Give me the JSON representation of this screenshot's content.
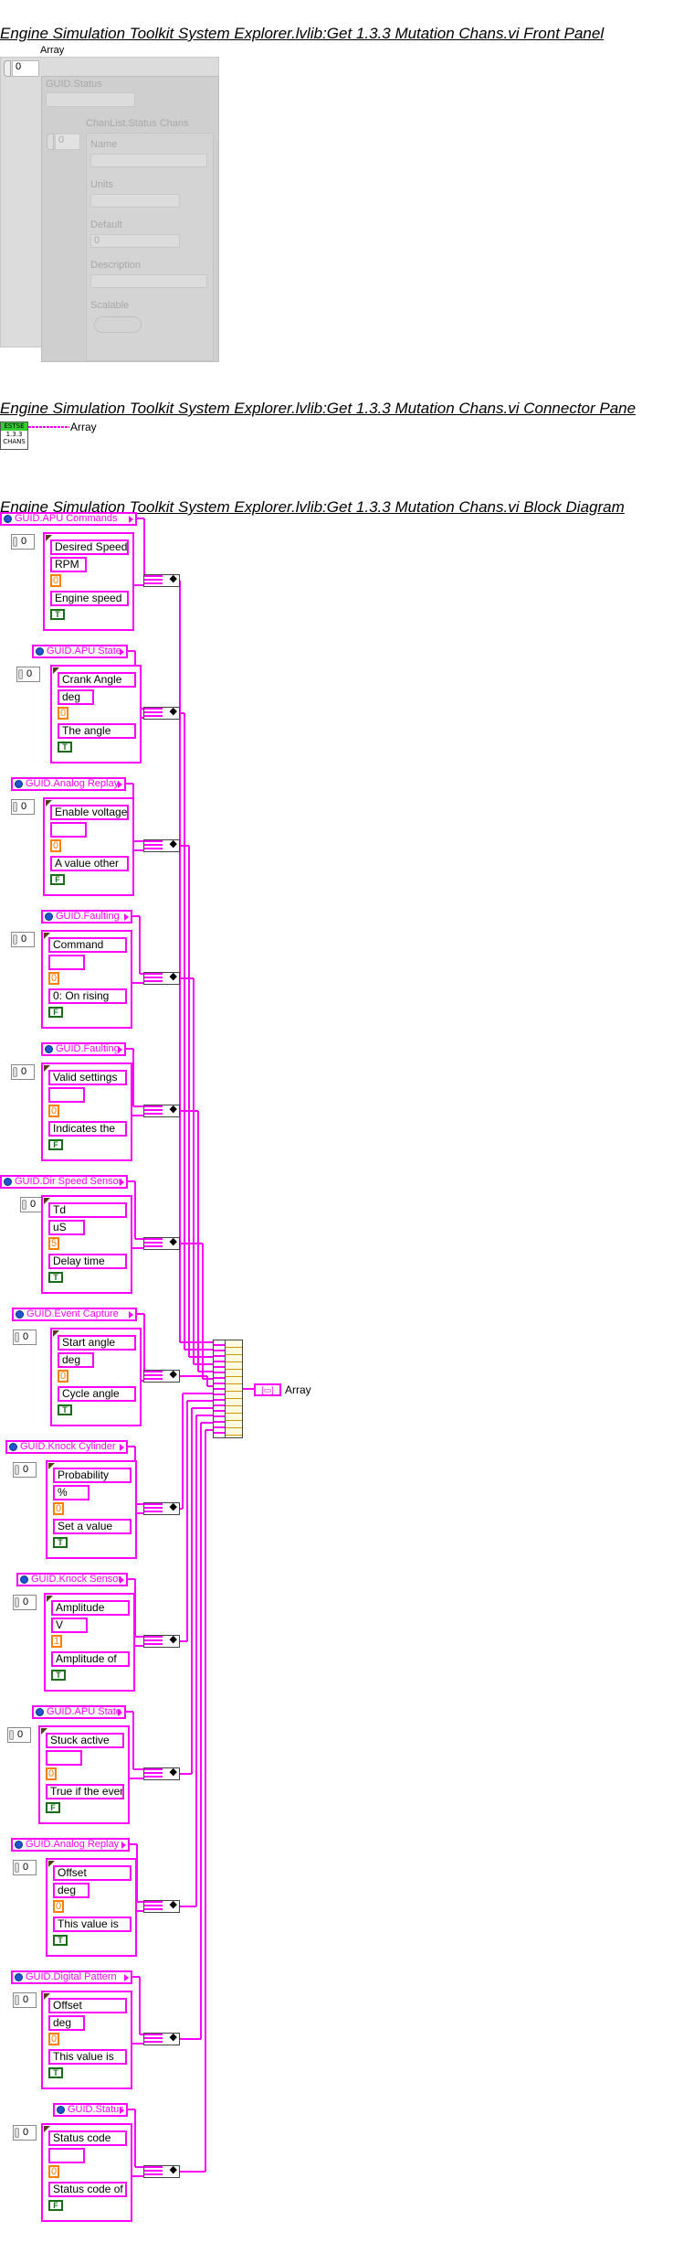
{
  "headings": {
    "front_panel": "Engine Simulation Toolkit System Explorer.lvlib:Get 1.3.3 Mutation Chans.vi Front Panel",
    "connector_pane": "Engine Simulation Toolkit System Explorer.lvlib:Get 1.3.3 Mutation Chans.vi Connector Pane",
    "block_diagram": "Engine Simulation Toolkit System Explorer.lvlib:Get 1.3.3 Mutation Chans.vi Block Diagram"
  },
  "front_panel": {
    "array_label": "Array",
    "array_index": "0",
    "guid_status_label": "GUID.Status",
    "chanlist_label": "ChanList.Status Chans",
    "chanlist_index": "0",
    "fields": {
      "name": "Name",
      "units": "Units",
      "default": "Default",
      "default_value": "0",
      "description": "Description",
      "scalable": "Scalable"
    }
  },
  "connector_pane": {
    "icon_top": "ESTSE",
    "icon_line1": "1.3.3",
    "icon_line2": "CHANS",
    "terminal_label": "Array"
  },
  "block_diagram": {
    "output_label": "Array",
    "blocks": [
      {
        "guid": "GUID.APU Commands",
        "index": "0",
        "name": "Desired Speed",
        "units": "RPM",
        "default": "0",
        "description": "Engine speed",
        "bool": "T"
      },
      {
        "guid": "GUID.APU State",
        "index": "0",
        "name": "Crank Angle",
        "units": "deg",
        "default": "0",
        "description": "The angle",
        "bool": "T"
      },
      {
        "guid": "GUID.Analog Replay",
        "index": "0",
        "name": "Enable voltage",
        "units": "",
        "default": "0",
        "description": "A value other",
        "bool": "F"
      },
      {
        "guid": "GUID.Faulting",
        "index": "0",
        "name": "Command",
        "units": "",
        "default": "0",
        "description": "0: On rising",
        "bool": "F"
      },
      {
        "guid": "GUID.Faulting",
        "index": "0",
        "name": "Valid settings",
        "units": "",
        "default": "0",
        "description": "Indicates the",
        "bool": "F"
      },
      {
        "guid": "GUID.Dir Speed Sensor",
        "index": "0",
        "name": "Td",
        "units": "uS",
        "default": "5",
        "description": "Delay time",
        "bool": "T"
      },
      {
        "guid": "GUID.Event Capture",
        "index": "0",
        "name": "Start angle",
        "units": "deg",
        "default": "0",
        "description": "Cycle angle",
        "bool": "T"
      },
      {
        "guid": "GUID.Knock Cylinder",
        "index": "0",
        "name": "Probability",
        "units": "%",
        "default": "0",
        "description": "Set a value",
        "bool": "T"
      },
      {
        "guid": "GUID.Knock Sensor",
        "index": "0",
        "name": "Amplitude",
        "units": "V",
        "default": "1",
        "description": "Amplitude of",
        "bool": "T"
      },
      {
        "guid": "GUID.APU State",
        "index": "0",
        "name": "Stuck active",
        "units": "",
        "default": "0",
        "description": "True if the event",
        "bool": "F"
      },
      {
        "guid": "GUID.Analog Replay",
        "index": "0",
        "name": "Offset",
        "units": "deg",
        "default": "0",
        "description": "This value is",
        "bool": "T"
      },
      {
        "guid": "GUID.Digital Pattern",
        "index": "0",
        "name": "Offset",
        "units": "deg",
        "default": "0",
        "description": "This value is",
        "bool": "T"
      },
      {
        "guid": "GUID.Status",
        "index": "0",
        "name": "Status code",
        "units": "",
        "default": "0",
        "description": "Status code of",
        "bool": "F"
      }
    ]
  }
}
